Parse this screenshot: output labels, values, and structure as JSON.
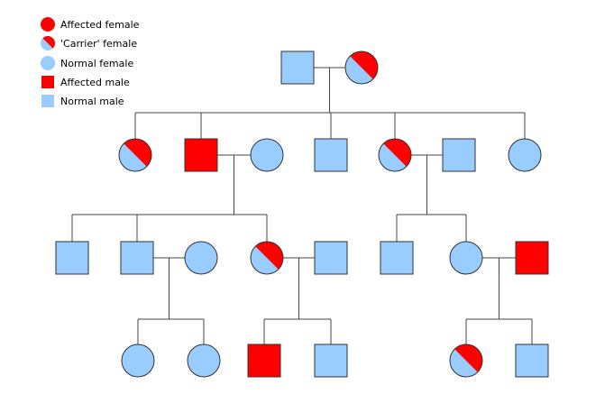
{
  "colors": {
    "affected": "#ff0000",
    "normal": "#99ccff",
    "stroke": "#333333",
    "line": "#444444"
  },
  "legend": [
    {
      "symbol": "affected-female",
      "label": "Affected female"
    },
    {
      "symbol": "carrier-female",
      "label": "'Carrier' female"
    },
    {
      "symbol": "normal-female",
      "label": "Normal female"
    },
    {
      "symbol": "affected-male",
      "label": "Affected male"
    },
    {
      "symbol": "normal-male",
      "label": "Normal male"
    }
  ],
  "pedigree": {
    "generations": [
      {
        "individuals": [
          {
            "id": "I-1",
            "sex": "male",
            "status": "normal"
          },
          {
            "id": "I-2",
            "sex": "female",
            "status": "carrier"
          }
        ]
      },
      {
        "individuals": [
          {
            "id": "II-1",
            "sex": "female",
            "status": "carrier"
          },
          {
            "id": "II-2",
            "sex": "male",
            "status": "affected"
          },
          {
            "id": "II-3",
            "sex": "female",
            "status": "normal",
            "married_in": true
          },
          {
            "id": "II-4",
            "sex": "male",
            "status": "normal"
          },
          {
            "id": "II-5",
            "sex": "female",
            "status": "carrier"
          },
          {
            "id": "II-6",
            "sex": "male",
            "status": "normal",
            "married_in": true
          },
          {
            "id": "II-7",
            "sex": "female",
            "status": "normal"
          }
        ]
      },
      {
        "individuals": [
          {
            "id": "III-1",
            "sex": "male",
            "status": "normal"
          },
          {
            "id": "III-2",
            "sex": "male",
            "status": "normal"
          },
          {
            "id": "III-3",
            "sex": "female",
            "status": "normal",
            "married_in": true
          },
          {
            "id": "III-4",
            "sex": "female",
            "status": "carrier"
          },
          {
            "id": "III-5",
            "sex": "male",
            "status": "normal",
            "married_in": true
          },
          {
            "id": "III-6",
            "sex": "male",
            "status": "normal"
          },
          {
            "id": "III-7",
            "sex": "female",
            "status": "normal",
            "married_in": true
          },
          {
            "id": "III-8",
            "sex": "male",
            "status": "affected"
          }
        ]
      },
      {
        "individuals": [
          {
            "id": "IV-1",
            "sex": "female",
            "status": "normal"
          },
          {
            "id": "IV-2",
            "sex": "female",
            "status": "normal"
          },
          {
            "id": "IV-3",
            "sex": "male",
            "status": "affected"
          },
          {
            "id": "IV-4",
            "sex": "male",
            "status": "normal"
          },
          {
            "id": "IV-5",
            "sex": "female",
            "status": "carrier"
          },
          {
            "id": "IV-6",
            "sex": "male",
            "status": "normal"
          }
        ]
      }
    ],
    "unions": [
      {
        "partners": [
          "I-1",
          "I-2"
        ],
        "children": [
          "II-1",
          "II-2",
          "II-4",
          "II-5",
          "II-7"
        ]
      },
      {
        "partners": [
          "II-2",
          "II-3"
        ],
        "children": [
          "III-1",
          "III-2",
          "III-4"
        ]
      },
      {
        "partners": [
          "II-5",
          "II-6"
        ],
        "children": [
          "III-6",
          "III-7"
        ]
      },
      {
        "partners": [
          "III-2",
          "III-3"
        ],
        "children": [
          "IV-1",
          "IV-2"
        ]
      },
      {
        "partners": [
          "III-4",
          "III-5"
        ],
        "children": [
          "IV-3",
          "IV-4"
        ]
      },
      {
        "partners": [
          "III-7",
          "III-8"
        ],
        "children": [
          "IV-5",
          "IV-6"
        ]
      }
    ]
  }
}
